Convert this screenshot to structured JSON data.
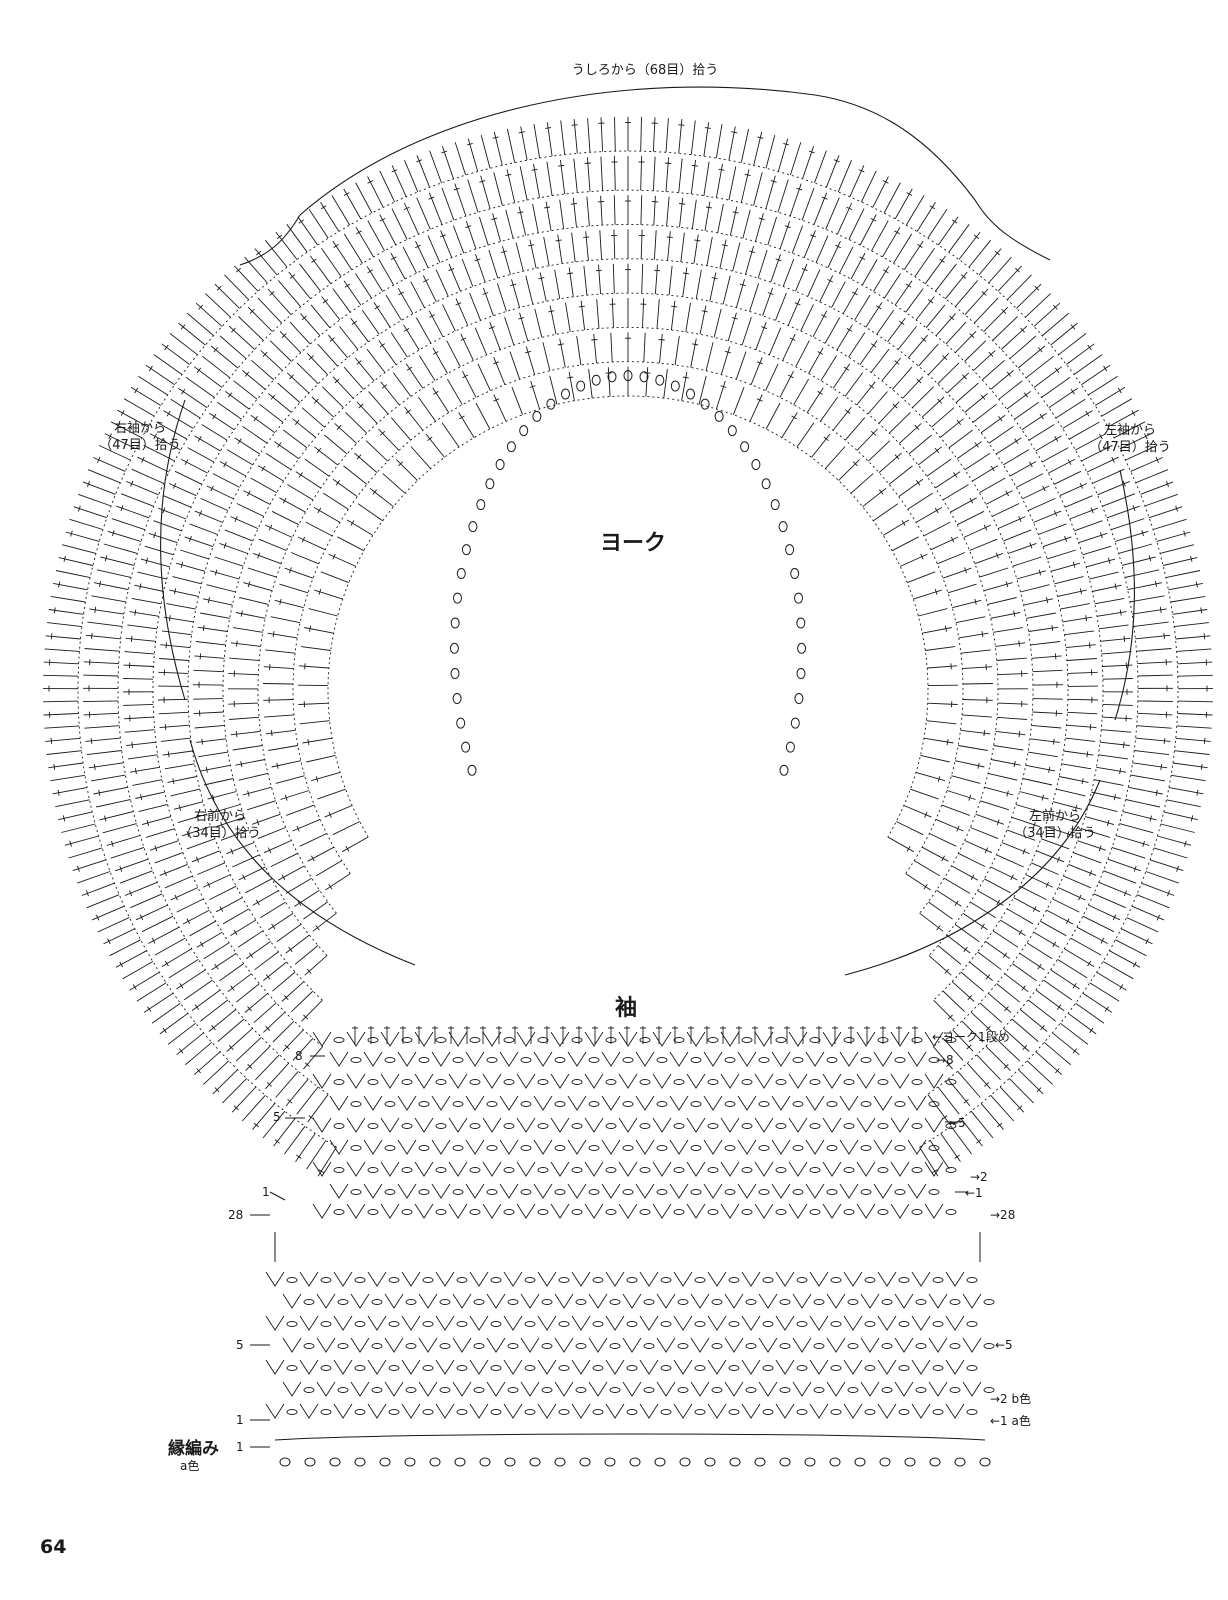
{
  "yoke": {
    "title": "ヨーク",
    "labels": {
      "back": "うしろから（68目）拾う",
      "right_sleeve_1": "右袖から",
      "right_sleeve_2": "（47目）拾う",
      "left_sleeve_1": "左袖から",
      "left_sleeve_2": "（47目）拾う",
      "right_front_1": "右前から",
      "right_front_2": "（34目）拾う",
      "left_front_1": "左前から",
      "left_front_2": "（34目）拾う"
    }
  },
  "sleeve": {
    "title": "袖",
    "top_note": "←ヨーク1段め",
    "left_rows": {
      "r8": "8",
      "r5": "5",
      "r1": "1",
      "r28": "28",
      "r5b": "5",
      "r1b": "1",
      "r1c": "1"
    },
    "right_rows": {
      "r8": "→8",
      "r5": "←5",
      "r2": "→2",
      "r1": "←1",
      "r28": "→28",
      "r5b": "←5",
      "r2b": "→2 b色",
      "r1b": "←1 a色"
    },
    "edging_label": "縁編み",
    "edging_color": "a色"
  },
  "page_number": "64",
  "colors": {
    "ink": "#1a1a1a",
    "paper": "#ffffff"
  }
}
